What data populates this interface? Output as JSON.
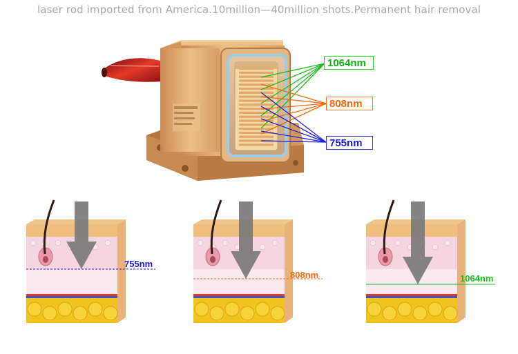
{
  "headline": "laser rod imported from America.10million—40million shots.Permanent hair removal",
  "wavelengths": [
    {
      "label": "1064nm",
      "color": "#1bbd1b"
    },
    {
      "label": "808nm",
      "color": "#f06b10"
    },
    {
      "label": "755nm",
      "color": "#2020d8"
    }
  ],
  "diagrams": [
    {
      "depth_label": "755nm",
      "color": "#2020d8"
    },
    {
      "depth_label": "808nm",
      "color": "#f06b10"
    },
    {
      "depth_label": "1064nm",
      "color": "#1bbd1b"
    }
  ]
}
